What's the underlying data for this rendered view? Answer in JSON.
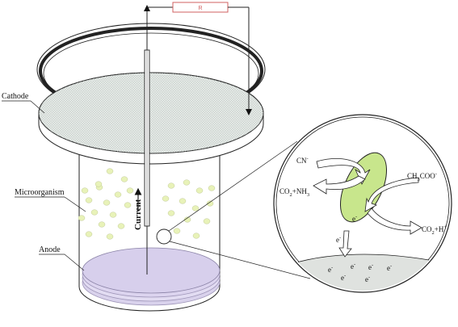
{
  "labels": {
    "resistor": "R",
    "cathode": "Cathode",
    "microorganism": "Microorganism",
    "anode": "Anode",
    "current": "Current"
  },
  "reaction": {
    "cyanide": "CN",
    "cyanide_charge": "-",
    "acetate_main": "CH",
    "acetate_sub": "3",
    "acetate_rest": "COO",
    "acetate_charge": "-",
    "product1_a": "CO",
    "product1_sub": "2",
    "product1_b": "+NH",
    "product1_sub2": "3",
    "product2_a": "CO",
    "product2_sub": "2",
    "product2_b": "+H",
    "product2_charge": "+",
    "electron": "e",
    "electron_charge": "-"
  },
  "colors": {
    "cathode_fill": "#e6ebe8",
    "bacteria_fill": "#e8f2b8",
    "microbe_cell": "#c8e68c",
    "anode_fill": "#d9d2ec",
    "anode_surface": "#dfe2df",
    "resistor_stroke": "#d26060"
  }
}
